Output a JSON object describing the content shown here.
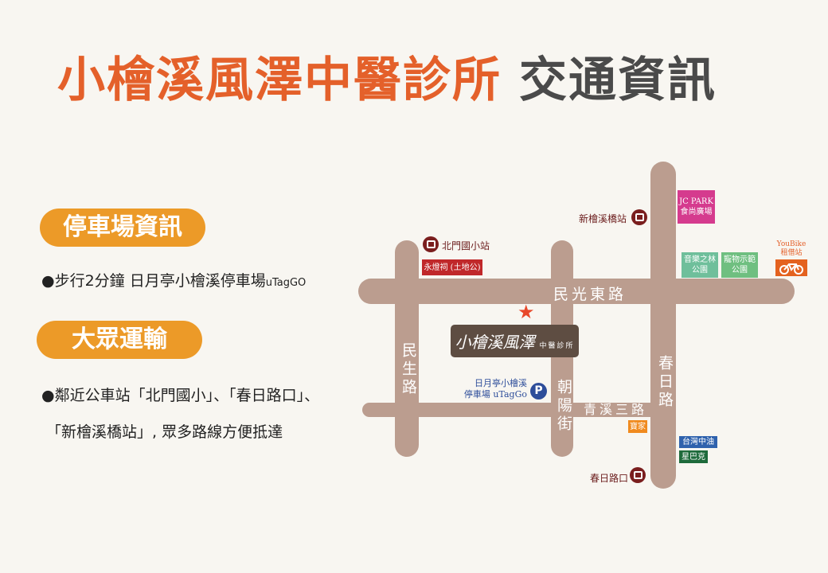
{
  "title": {
    "clinic": "小檜溪風澤中醫診所",
    "subtitle": "交通資訊"
  },
  "parking": {
    "heading": "停車場資訊",
    "text": "●步行2分鐘 日月亭小檜溪停車場",
    "text_small": "uTagGO"
  },
  "transit": {
    "heading": "大眾運輸",
    "line1": "●鄰近公車站「北門國小」、「春日路口」、",
    "line2": "「新檜溪橋站」, 眾多路線方便抵達"
  },
  "map": {
    "roads": {
      "minguang": "民光東路",
      "minsheng": "民生路",
      "chaoyang": "朝陽街",
      "chunri": "春日路",
      "qingxi": "青溪三路"
    },
    "bus_stops": [
      "北門國小站",
      "新檜溪橋站",
      "春日路口"
    ],
    "landmarks": {
      "temple": "永燈祠 (土地公)",
      "jcpark_1": "JC PARK",
      "jcpark_2": "食尚廣場",
      "music_1": "音樂之林",
      "music_2": "公園",
      "pet_1": "寵物示範",
      "pet_2": "公園",
      "youbike_1": "YouBike",
      "youbike_2": "租借站",
      "baojia": "寶家",
      "cpc": "台灣中油",
      "starbucks": "星巴克"
    },
    "parking_1": "日月亭小檜溪",
    "parking_2": "停車場 uTagGo",
    "parking_icon": "P",
    "clinic_logo": "小檜溪風澤",
    "clinic_logo_sub": "中醫診所"
  },
  "colors": {
    "accent": "#e4602a",
    "pill": "#ec9a28",
    "road": "#bb9d8f"
  }
}
